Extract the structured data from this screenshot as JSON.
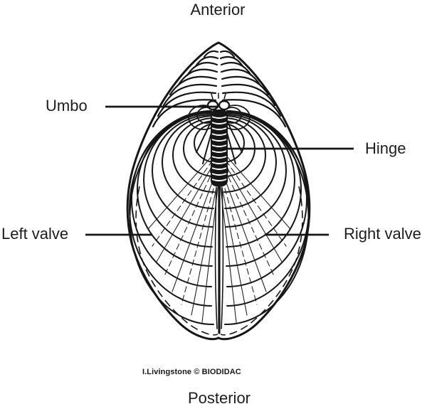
{
  "diagram": {
    "orientation_labels": {
      "top": "Anterior",
      "bottom": "Posterior"
    },
    "part_labels": {
      "umbo": "Umbo",
      "hinge": "Hinge",
      "left_valve": "Left valve",
      "right_valve": "Right valve"
    },
    "credit": "I.Livingstone © BIODIDAC",
    "colors": {
      "ink": "#1d1d1d",
      "background": "#ffffff"
    }
  }
}
